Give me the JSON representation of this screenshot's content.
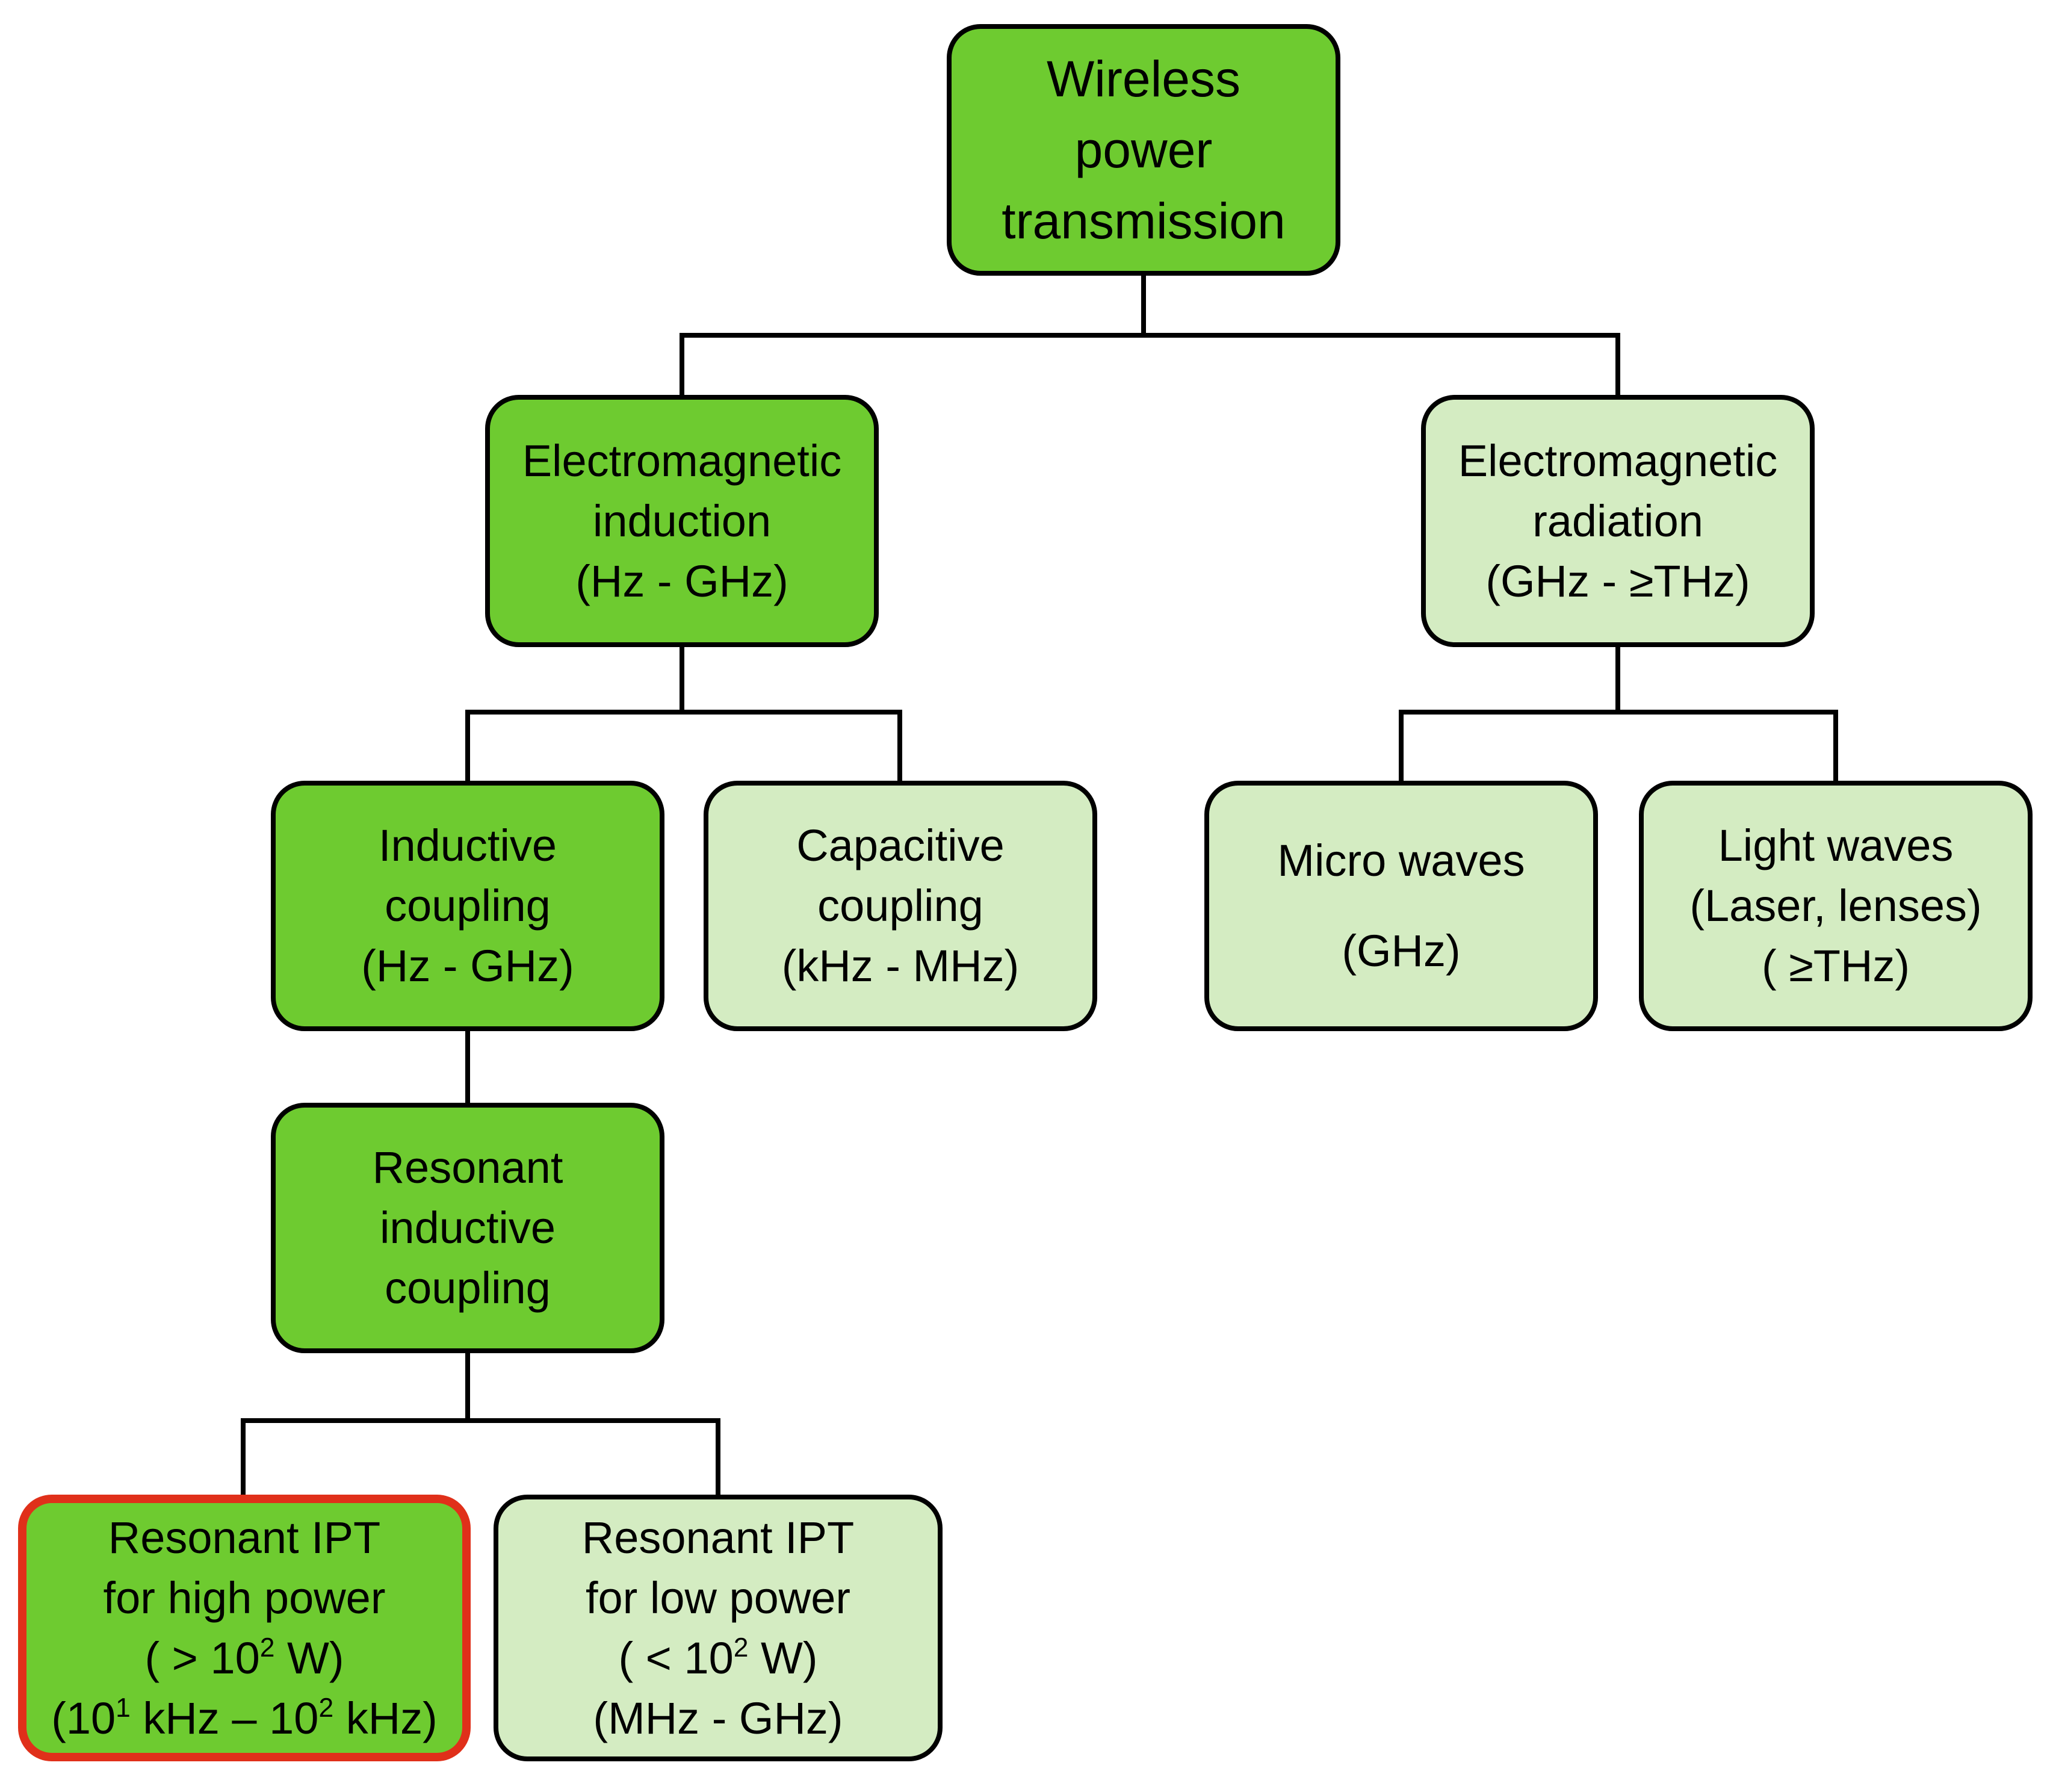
{
  "colors": {
    "dark_fill": "#6ecb30",
    "light_fill": "#d4ecc2",
    "highlight_border": "#e0301a",
    "border": "#000000"
  },
  "nodes": {
    "root": {
      "lines": [
        "Wireless",
        "power",
        "transmission"
      ]
    },
    "em_induction": {
      "lines": [
        "Electromagnetic",
        "induction",
        "(Hz - GHz)"
      ]
    },
    "em_radiation": {
      "lines": [
        "Electromagnetic",
        "radiation",
        "(GHz - ≥THz)"
      ]
    },
    "inductive_coupling": {
      "lines": [
        "Inductive",
        "coupling",
        "(Hz - GHz)"
      ]
    },
    "capacitive_coupling": {
      "lines": [
        "Capacitive",
        "coupling",
        "(kHz - MHz)"
      ]
    },
    "micro_waves": {
      "lines": [
        "Micro waves",
        "(GHz)"
      ]
    },
    "light_waves": {
      "lines": [
        "Light waves",
        "(Laser, lenses)",
        "( ≥THz)"
      ]
    },
    "resonant_inductive": {
      "lines": [
        "Resonant",
        "inductive",
        "coupling"
      ]
    },
    "ipt_high": {
      "line1": "Resonant IPT",
      "line2": "for high power",
      "line3_prefix": "( > 10",
      "line3_sup": "2",
      "line3_suffix": " W)",
      "line4_a": "(10",
      "line4_sup1": "1",
      "line4_b": " kHz – 10",
      "line4_sup2": "2",
      "line4_c": " kHz)"
    },
    "ipt_low": {
      "line1": "Resonant IPT",
      "line2": "for low power",
      "line3_prefix": "( < 10",
      "line3_sup": "2",
      "line3_suffix": " W)",
      "line4": "(MHz - GHz)"
    }
  }
}
